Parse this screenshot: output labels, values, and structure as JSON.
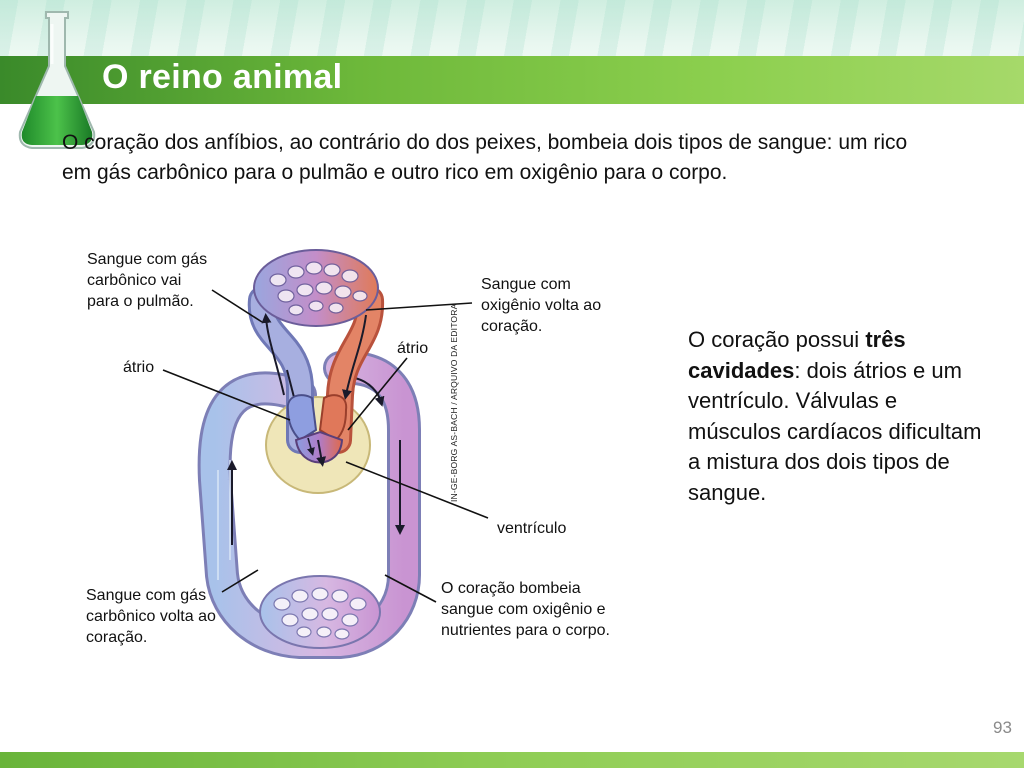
{
  "slide": {
    "title": "O reino animal",
    "page_number": "93"
  },
  "intro": {
    "text": "O coração dos anfíbios, ao contrário do dos peixes, bombeia dois tipos de sangue: um rico em gás carbônico para o pulmão e outro rico em oxigênio para o corpo."
  },
  "side_text": {
    "part1": "O coração possui ",
    "bold": "três cavidades",
    "part2": ": dois átrios e um ventrículo. Válvulas e músculos cardíacos dificultam a mistura dos dois tipos de sangue."
  },
  "diagram": {
    "labels": {
      "to_lung": [
        "Sangue com gás",
        "carbônico vai",
        "para o pulmão."
      ],
      "atrium_left": "átrio",
      "returns_heart_co2": [
        "Sangue com gás",
        "carbônico volta ao",
        "coração."
      ],
      "oxygen_returns": [
        "Sangue com",
        "oxigênio volta ao",
        "coração."
      ],
      "atrium_right": "átrio",
      "ventricle": "ventrículo",
      "pumps_body": [
        "O coração bombeia",
        "sangue com oxigênio e",
        "nutrientes para o corpo."
      ]
    },
    "credit": "IN-GE-BORG AS-BACH / ARQUIVO DA EDITORA",
    "colors": {
      "co2_blood": "#8aa0d8",
      "o2_blood": "#e0785a",
      "mixed_blood": "#b48ac8",
      "heart_sac": "#efe6b8"
    }
  }
}
